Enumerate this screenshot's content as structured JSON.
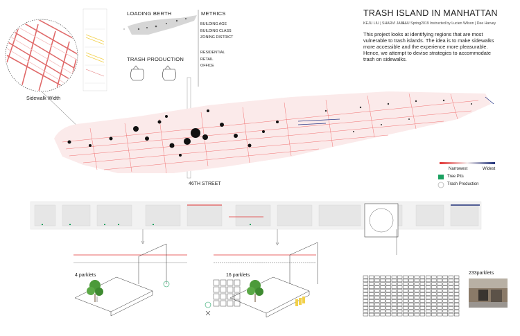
{
  "poster": {
    "title": "TRASH ISLAND IN MANHATTAN",
    "authors": "KEJU LIU | SHARVI JAIN",
    "course": "A&U Spring2019  Instructed by Lucien Wilson | Dee Harvey",
    "description": "This project looks at identifying regions that are most vulnerable to trash islands. The idea is to make sidewalks more accessible and the experience more pleasurable. Hence,  we attempt to devise strategies to accommodate trash on sidewalks."
  },
  "sections": {
    "loading_berth": "LOADING BERTH",
    "trash_production": "TRASH PRODUCTION",
    "metrics_title": "METRICS",
    "sidewalk_width": "Sidewalk Width",
    "street_46": "46TH STREET"
  },
  "metrics": {
    "group1": [
      "BUILDING AGE",
      "BUILDING CLASS",
      "ZONING DISTRICT"
    ],
    "group2": [
      "RESIDENTIAL",
      "RETAIL",
      "OFFICE"
    ]
  },
  "legend": {
    "narrowest": "Narrowest",
    "widest": "Widest",
    "tree_pits": "Tree Pits",
    "trash_production": "Trash Production",
    "gradient_start": "#e03030",
    "gradient_end": "#1e2f78",
    "tree_pit_color": "#1aa060"
  },
  "parklets": {
    "option_a": "4 parklets",
    "option_b": "16 parklets",
    "option_c": "233parklets"
  },
  "icons": [
    "magnifier-circle-icon",
    "trash-bag-icon",
    "tree-icon",
    "street-photo"
  ],
  "colors": {
    "accent_red": "#e03030",
    "accent_blue": "#1e2f78",
    "accent_green": "#1aa060",
    "yellow": "#f2d04a"
  }
}
